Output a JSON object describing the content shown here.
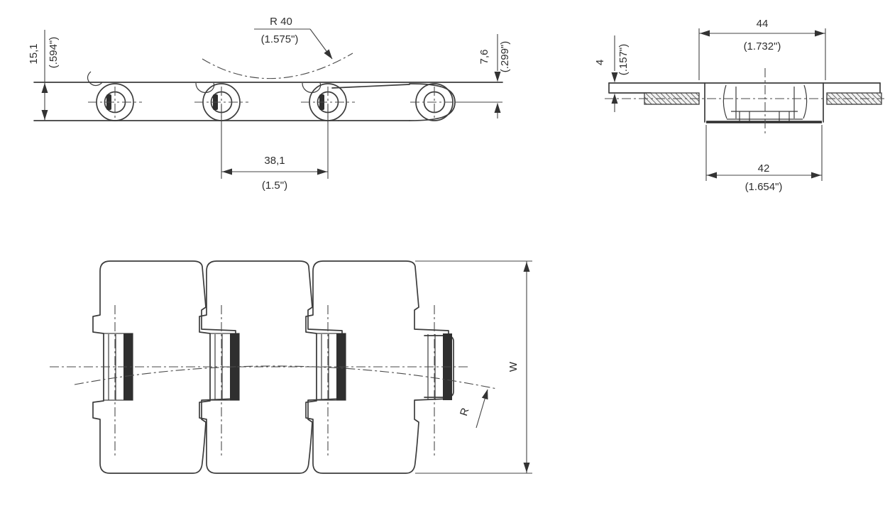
{
  "figure": {
    "title": "slat-top-conveyor-chain-dimension-drawing",
    "background": "#ffffff",
    "line_color": "#3c3c3c",
    "views": {
      "side_view": {
        "dims": {
          "height_mm": "15,1",
          "height_in": "(.594\")",
          "back_radius_label": "R 40",
          "back_radius_in": "(1.575\")",
          "top_to_pin_mm": "7,6",
          "top_to_pin_in": "(.299\")",
          "pitch_mm": "38,1",
          "pitch_in": "(1.5\")"
        }
      },
      "cross_section": {
        "dims": {
          "top_width_mm": "44",
          "top_width_in": "(1.732\")",
          "plate_thickness_mm": "4",
          "plate_thickness_in": "(.157\")",
          "hub_width_mm": "42",
          "hub_width_in": "(1.654\")"
        }
      },
      "plan_view": {
        "labels": {
          "width": "W",
          "sideflex_radius": "R"
        }
      }
    }
  }
}
